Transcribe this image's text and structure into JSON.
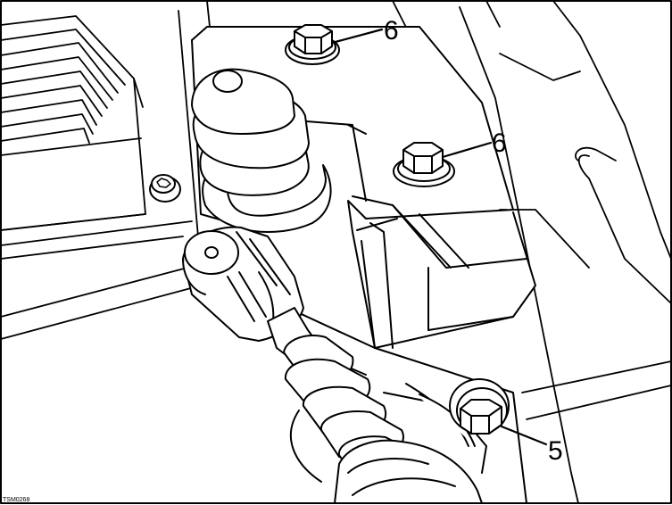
{
  "callouts": {
    "label_top": "6",
    "label_middle": "6",
    "label_bottom": "5"
  },
  "figure_ref": "TSM0268",
  "colors": {
    "line": "#000000",
    "background": "#ffffff"
  }
}
